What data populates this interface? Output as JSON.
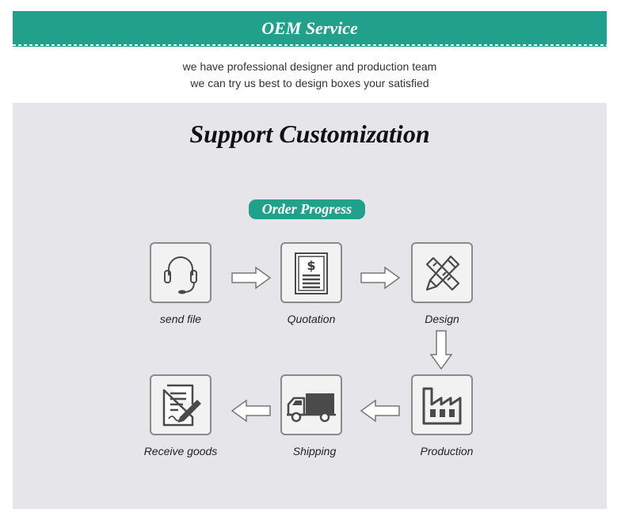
{
  "banner": {
    "title": "OEM Service"
  },
  "intro": {
    "line1": "we have professional designer and production team",
    "line2": "we can try us best to design boxes your satisfied"
  },
  "panel": {
    "headline": "Support Customization",
    "badge": "Order Progress"
  },
  "steps": [
    {
      "label": "send file",
      "icon": "headset-icon"
    },
    {
      "label": "Quotation",
      "icon": "quotation-document-icon"
    },
    {
      "label": "Design",
      "icon": "pencil-ruler-icon"
    },
    {
      "label": "Production",
      "icon": "factory-icon"
    },
    {
      "label": "Shipping",
      "icon": "delivery-truck-icon"
    },
    {
      "label": "Receive goods",
      "icon": "signed-document-icon"
    }
  ],
  "colors": {
    "accent": "#21a08c",
    "panel_bg": "#e6e6ea",
    "icon": "#4a4a4a"
  }
}
